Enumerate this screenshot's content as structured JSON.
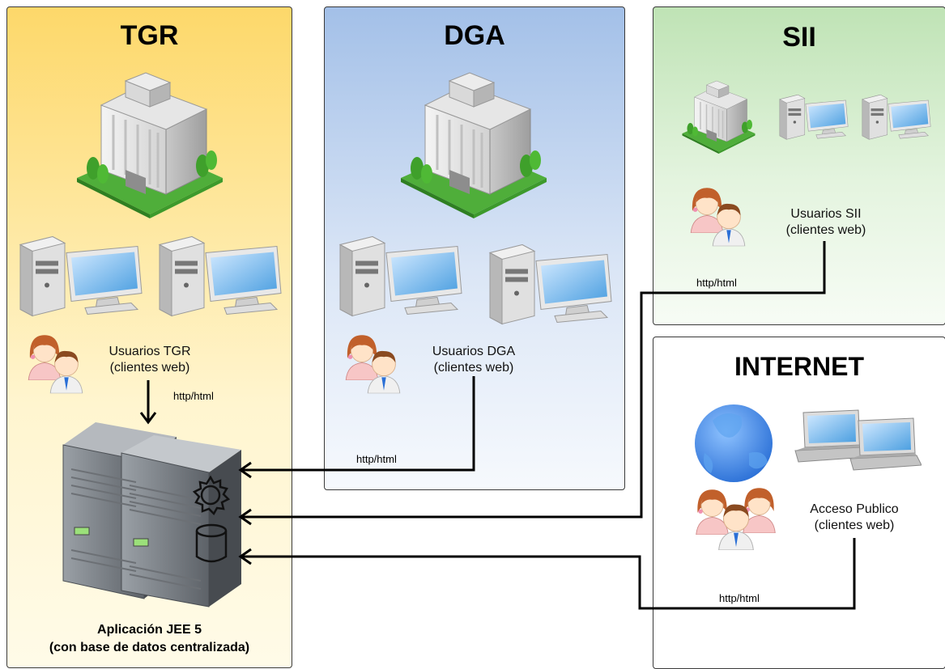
{
  "panels": {
    "tgr": {
      "title": "TGR",
      "users_label": "Usuarios TGR",
      "users_sub": "(clientes web)"
    },
    "dga": {
      "title": "DGA",
      "users_label": "Usuarios DGA",
      "users_sub": "(clientes web)"
    },
    "sii": {
      "title": "SII",
      "users_label": "Usuarios SII",
      "users_sub": "(clientes web)"
    },
    "internet": {
      "title": "INTERNET",
      "users_label": "Acceso Publico",
      "users_sub": "(clientes web)"
    }
  },
  "server": {
    "label_line1": "Aplicación JEE 5",
    "label_line2": "(con base de datos centralizada)"
  },
  "connections": {
    "tgr": "http/html",
    "dga": "http/html",
    "sii": "http/html",
    "internet": "http/html"
  },
  "colors": {
    "tgr_top": "#fdd86a",
    "tgr_bottom": "#fffbe8",
    "dga_top": "#a3c0e8",
    "dga_bottom": "#f6f9fd",
    "sii_top": "#bfe3b5",
    "sii_bottom": "#f7fcf5"
  }
}
